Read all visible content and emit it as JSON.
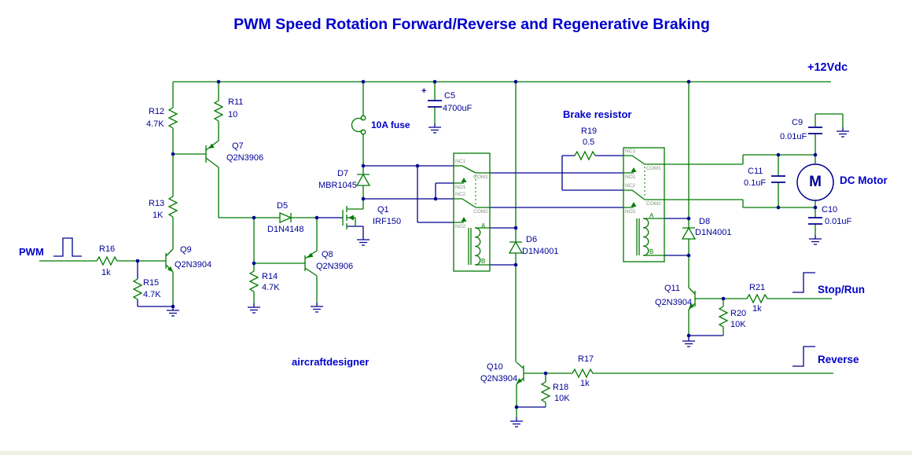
{
  "title": "PWM Speed Rotation Forward/Reverse and Regenerative Braking",
  "labels": {
    "pwm": "PWM",
    "fuse": "10A fuse",
    "brake_resistor": "Brake resistor",
    "supply": "+12Vdc",
    "dc_motor": "DC Motor",
    "motor_m": "M",
    "stop_run": "Stop/Run",
    "reverse": "Reverse",
    "credit": "aircraftdesigner",
    "plus": "+"
  },
  "components": {
    "r11": {
      "ref": "R11",
      "value": "10"
    },
    "r12": {
      "ref": "R12",
      "value": "4.7K"
    },
    "r13": {
      "ref": "R13",
      "value": "1K"
    },
    "r14": {
      "ref": "R14",
      "value": "4.7K"
    },
    "r15": {
      "ref": "R15",
      "value": "4.7K"
    },
    "r16": {
      "ref": "R16",
      "value": "1k"
    },
    "r17": {
      "ref": "R17",
      "value": "1k"
    },
    "r18": {
      "ref": "R18",
      "value": "10K"
    },
    "r19": {
      "ref": "R19",
      "value": "0.5"
    },
    "r20": {
      "ref": "R20",
      "value": "10K"
    },
    "r21": {
      "ref": "R21",
      "value": "1k"
    },
    "q1": {
      "ref": "Q1",
      "value": "IRF150"
    },
    "q7": {
      "ref": "Q7",
      "value": "Q2N3906"
    },
    "q8": {
      "ref": "Q8",
      "value": "Q2N3906"
    },
    "q9": {
      "ref": "Q9",
      "value": "Q2N3904"
    },
    "q10": {
      "ref": "Q10",
      "value": "Q2N3904"
    },
    "q11": {
      "ref": "Q11",
      "value": "Q2N3904"
    },
    "d5": {
      "ref": "D5",
      "value": "D1N4148"
    },
    "d6": {
      "ref": "D6",
      "value": "D1N4001"
    },
    "d7": {
      "ref": "D7",
      "value": "MBR1045"
    },
    "d8": {
      "ref": "D8",
      "value": "D1N4001"
    },
    "c5": {
      "ref": "C5",
      "value": "4700uF"
    },
    "c9": {
      "ref": "C9",
      "value": "0.01uF"
    },
    "c10": {
      "ref": "C10",
      "value": "0.01uF"
    },
    "c11": {
      "ref": "C11",
      "value": "0.1uF"
    }
  },
  "relay_pins": {
    "nc1": "NC1",
    "com1": "COM1",
    "no1": "NO1",
    "nc2": "NC2",
    "com2": "COM2",
    "no2": "NO2",
    "coil_a": "A",
    "coil_b": "B"
  },
  "colors": {
    "wire_green": "#007A00",
    "wire_blue": "#000090",
    "junction_dot": "#000090",
    "ref_label": "#000099",
    "annotation": "#0000CC",
    "pin_label": "#7F957F",
    "background": "#FFFFFF",
    "footer_strip": "#F0F0E6"
  }
}
